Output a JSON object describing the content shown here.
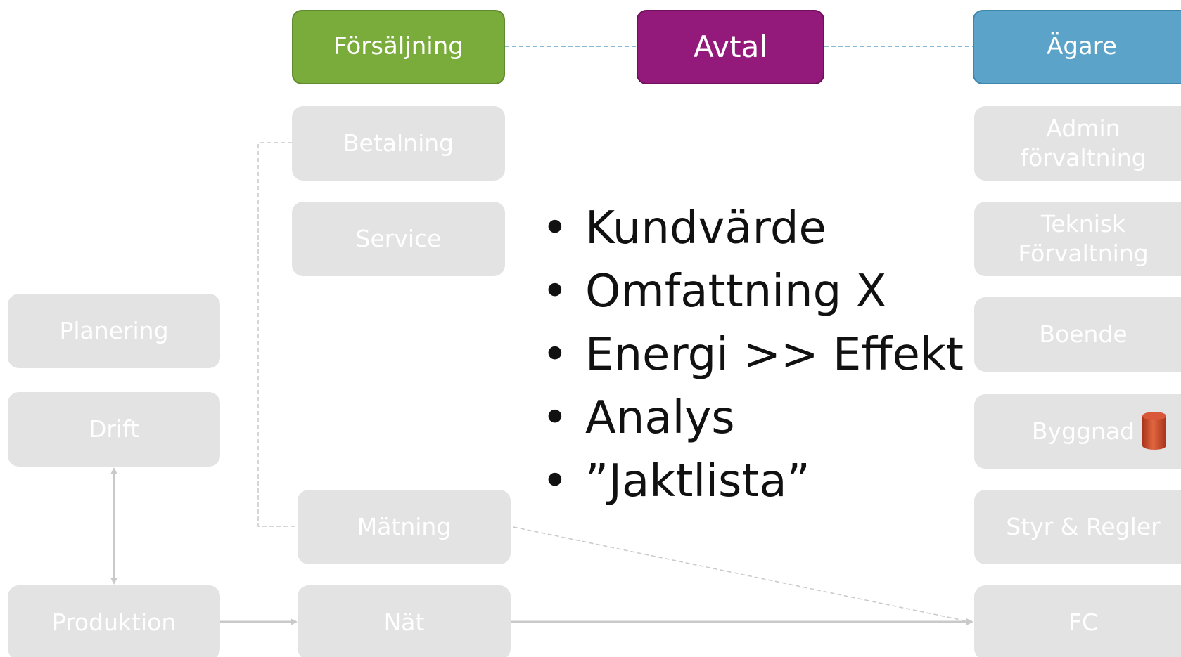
{
  "headers": {
    "sales": "Försäljning",
    "contract": "Avtal",
    "owner": "Ägare"
  },
  "left_column": {
    "planning": "Planering",
    "operation": "Drift",
    "production": "Produktion"
  },
  "middle_column": {
    "payment": "Betalning",
    "service": "Service",
    "metering": "Mätning",
    "network": "Nät"
  },
  "right_column": {
    "admin_line1": "Admin",
    "admin_line2": "förvaltning",
    "technical_line1": "Teknisk",
    "technical_line2": "Förvaltning",
    "living": "Boende",
    "building": "Byggnad",
    "controls": "Styr & Regler",
    "fc": "FC"
  },
  "bullets": [
    "Kundvärde",
    "Omfattning X",
    "Energi >> Effekt",
    "Analys",
    "”Jaktlista”"
  ],
  "colors": {
    "sales_header": "#7aac3c",
    "contract_header": "#93197a",
    "owner_header": "#5ba3c8",
    "inactive_box": "#e3e3e3",
    "cylinder": "#c9482a"
  },
  "icons": {
    "building": "database-cylinder-icon"
  }
}
